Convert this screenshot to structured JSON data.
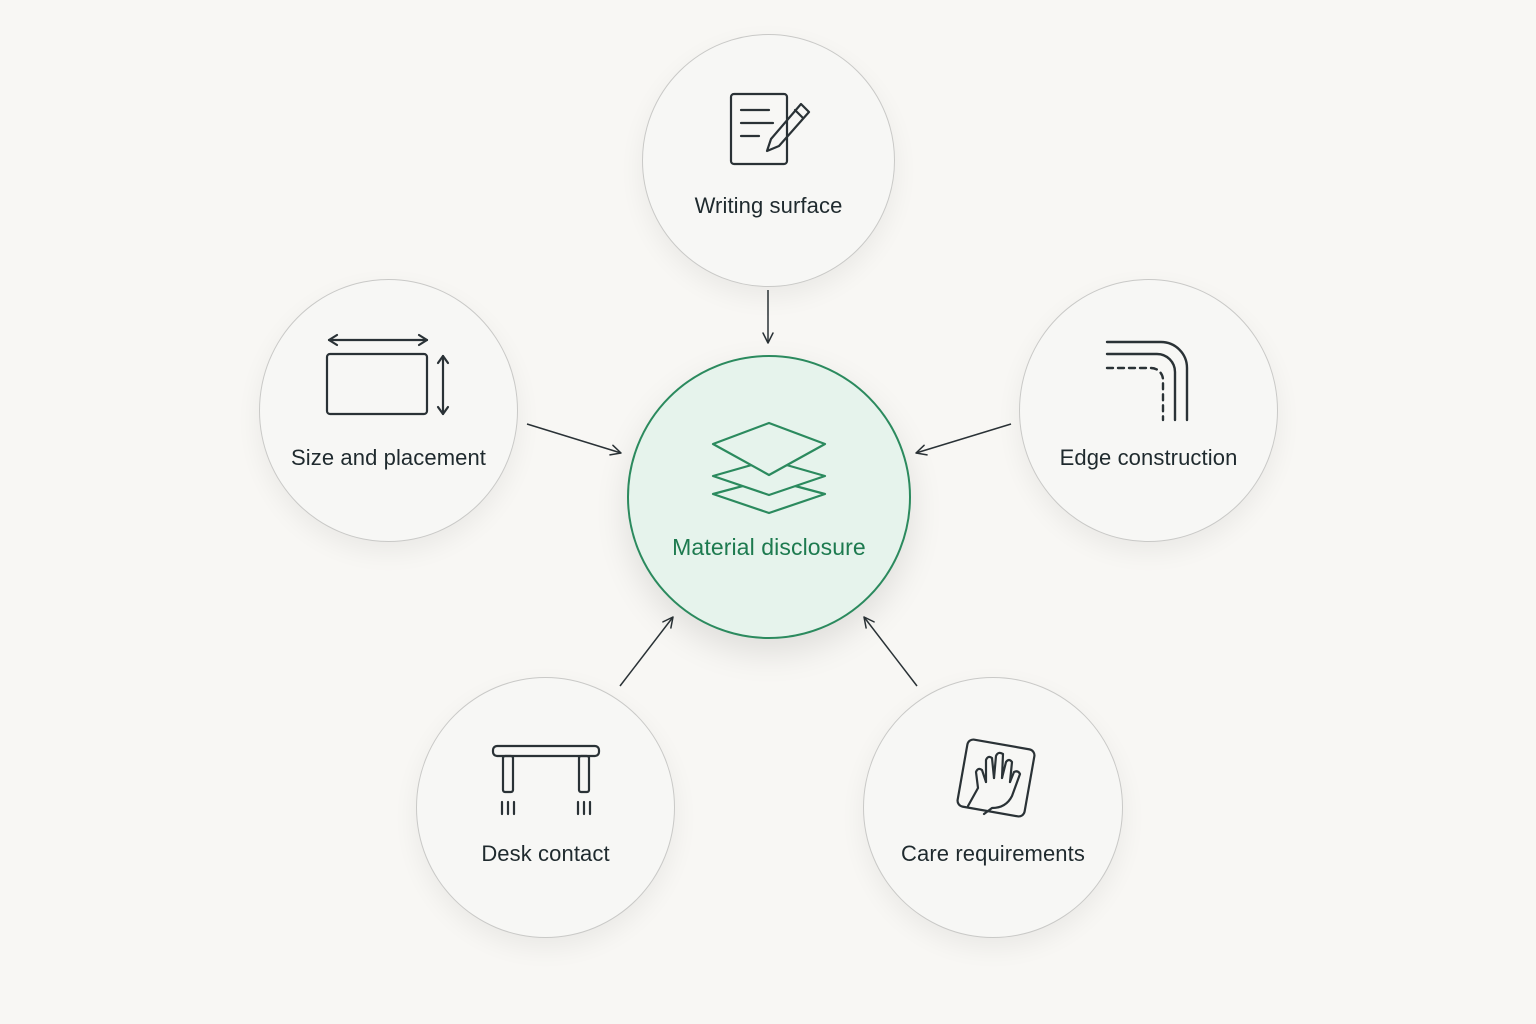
{
  "center": {
    "label": "Material disclosure",
    "icon": "layers-icon",
    "accent_color": "#2b8a5e"
  },
  "nodes": [
    {
      "id": "writing-surface",
      "label": "Writing surface",
      "icon": "document-pencil-icon"
    },
    {
      "id": "size-and-placement",
      "label": "Size and placement",
      "icon": "dimensions-icon"
    },
    {
      "id": "edge-construction",
      "label": "Edge construction",
      "icon": "rounded-edge-icon"
    },
    {
      "id": "desk-contact",
      "label": "Desk contact",
      "icon": "desk-legs-icon"
    },
    {
      "id": "care-requirements",
      "label": "Care requirements",
      "icon": "hand-wiping-icon"
    }
  ],
  "colors": {
    "background": "#f8f7f4",
    "node_border": "#c9c9c7",
    "text": "#1f2a2e",
    "center_fill": "#e6f3ec"
  }
}
